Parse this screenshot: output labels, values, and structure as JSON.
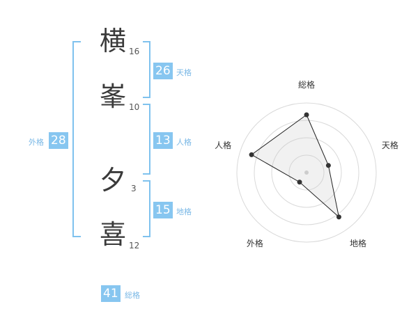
{
  "name": {
    "chars": [
      {
        "char": "横",
        "strokes": "16"
      },
      {
        "char": "峯",
        "strokes": "10"
      },
      {
        "char": "夕",
        "strokes": "3"
      },
      {
        "char": "喜",
        "strokes": "12"
      }
    ]
  },
  "kakusu": {
    "tenkaku": {
      "value": "26",
      "label": "天格"
    },
    "jinkaku": {
      "value": "13",
      "label": "人格"
    },
    "chikaku": {
      "value": "15",
      "label": "地格"
    },
    "gaikaku": {
      "value": "28",
      "label": "外格"
    },
    "soukaku": {
      "value": "41",
      "label": "総格"
    }
  },
  "colors": {
    "accent": "#87c6f0",
    "bracket": "#7fc2ee"
  },
  "chart_data": {
    "type": "radar",
    "axes": [
      "総格",
      "天格",
      "地格",
      "外格",
      "人格"
    ],
    "values": [
      0.83,
      0.33,
      0.79,
      0.17,
      0.83
    ],
    "max": 1,
    "rings": 4
  }
}
